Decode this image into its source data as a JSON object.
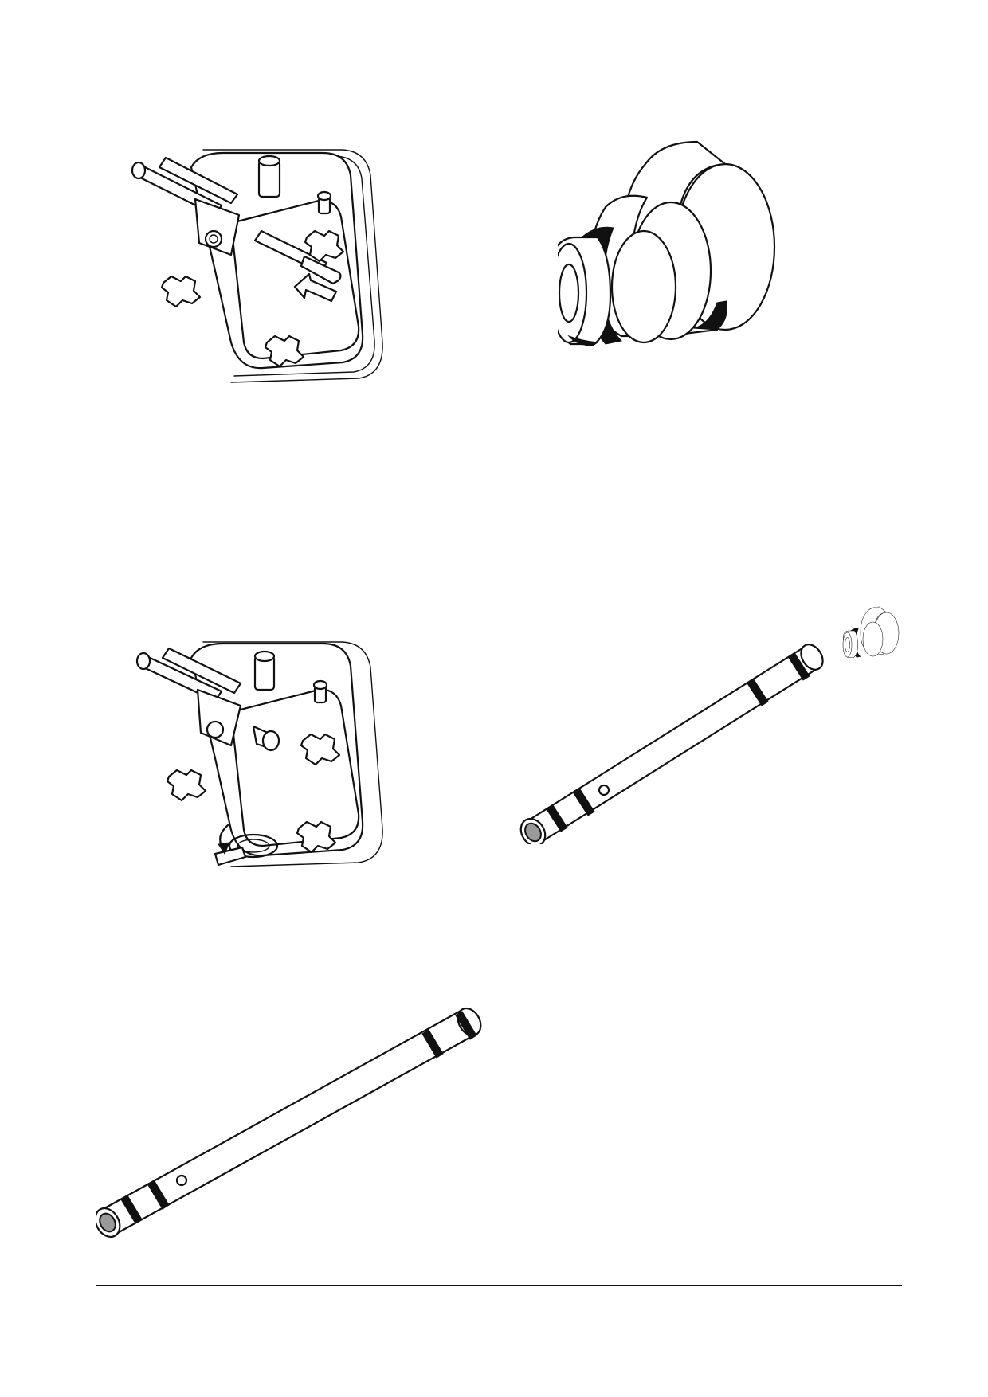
{
  "figures": [
    {
      "icon": "pump-housing-with-pin-insert-illustration"
    },
    {
      "icon": "stepped-seal-bushing-illustration"
    },
    {
      "icon": "pump-housing-with-clip-removal-illustration"
    },
    {
      "icon": "piston-rod-with-bushing-illustration"
    },
    {
      "icon": "piston-rod-illustration"
    }
  ],
  "footer": {
    "text": ""
  }
}
